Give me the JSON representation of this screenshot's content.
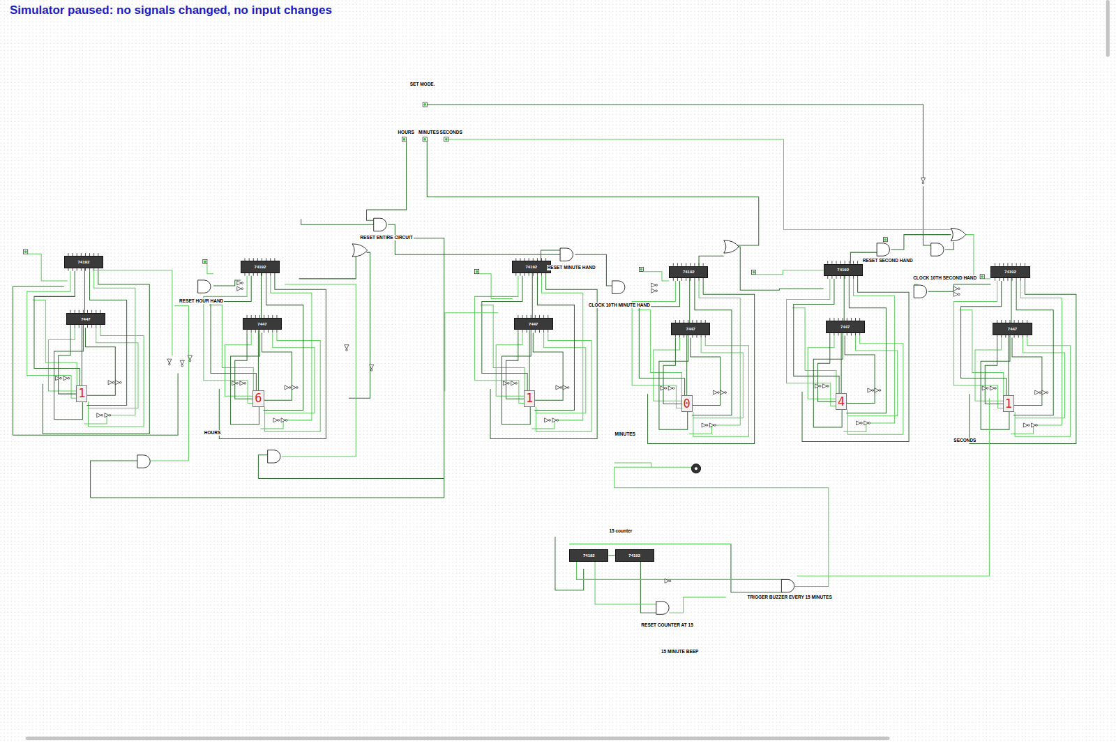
{
  "diagram": {
    "nodes": [
      {
        "text": [
          "74192"
        ]
      },
      {
        "text": [
          "7447"
        ]
      },
      {
        "text": [
          "1"
        ]
      },
      {
        "text": [
          "74192"
        ]
      },
      {
        "text": [
          "7447"
        ]
      },
      {
        "text": [
          "6"
        ]
      },
      {
        "text": [
          "74192"
        ]
      },
      {
        "text": [
          "7447"
        ]
      },
      {
        "text": [
          "1"
        ]
      },
      {
        "text": [
          "74192"
        ]
      },
      {
        "text": [
          "7447"
        ]
      },
      {
        "text": [
          "0"
        ]
      },
      {
        "text": [
          "74192"
        ]
      },
      {
        "text": [
          "7447"
        ]
      },
      {
        "text": [
          "4"
        ]
      },
      {
        "text": [
          "74192"
        ]
      },
      {
        "text": [
          "7447"
        ]
      },
      {
        "text": [
          "1"
        ]
      },
      {
        "text": [
          "74192"
        ]
      },
      {
        "text": [
          "74192"
        ]
      }
    ],
    "edges": [
      {
        "from": 0,
        "to": 1,
        "arrow": "none"
      },
      {
        "from": 1,
        "to": 2,
        "arrow": "none"
      },
      {
        "from": 3,
        "to": 4,
        "arrow": "none"
      },
      {
        "from": 4,
        "to": 5,
        "arrow": "none"
      },
      {
        "from": 6,
        "to": 7,
        "arrow": "none"
      },
      {
        "from": 7,
        "to": 8,
        "arrow": "none"
      },
      {
        "from": 9,
        "to": 10,
        "arrow": "none"
      },
      {
        "from": 10,
        "to": 11,
        "arrow": "none"
      },
      {
        "from": 12,
        "to": 13,
        "arrow": "none"
      },
      {
        "from": 13,
        "to": 14,
        "arrow": "none"
      },
      {
        "from": 15,
        "to": 16,
        "arrow": "none"
      },
      {
        "from": 16,
        "to": 17,
        "arrow": "none"
      },
      {
        "from": 18,
        "to": 19,
        "arrow": "none"
      }
    ],
    "labels": [
      "Simulator paused: no signals changed, no input changes",
      "SET MODE.",
      "HOURS",
      "MINUTES",
      "SECONDS",
      "RESET ENTIRE CIRCUIT",
      "RESET MINUTE HAND",
      "RESET SECOND HAND",
      "CLOCK 10TH SECOND HAND",
      "RESET HOUR HAND",
      "CLOCK 10TH MINUTE HAND",
      "HOURS",
      "MINUTES",
      "SECONDS",
      "15 counter",
      "TRIGGER BUZZER EVERY 15 MINUTES",
      "RESET COUNTER AT 15",
      "15 MINUTE BEEP"
    ]
  }
}
